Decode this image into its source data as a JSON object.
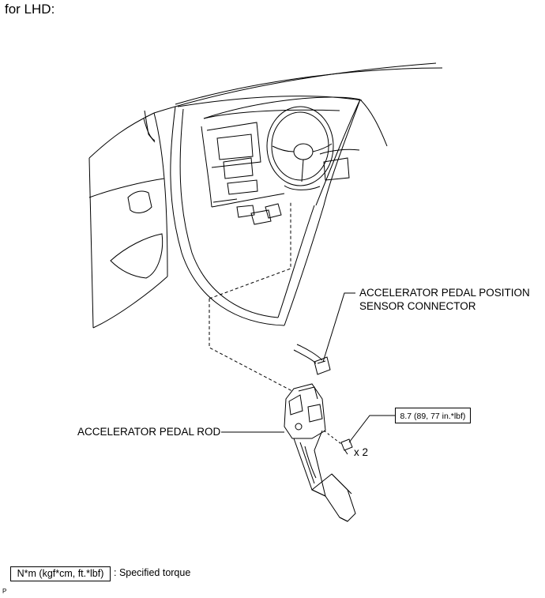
{
  "heading": "for LHD:",
  "callouts": {
    "sensor_connector_line1": "ACCELERATOR PEDAL POSITION",
    "sensor_connector_line2": "SENSOR CONNECTOR",
    "pedal_rod": "ACCELERATOR PEDAL ROD",
    "torque_value": "8.7 (89, 77 in.*lbf)",
    "bolt_quantity": "x 2"
  },
  "legend": {
    "unit_box": "N*m (kgf*cm, ft.*lbf)",
    "description": ": Specified torque"
  },
  "figure_code": "P"
}
